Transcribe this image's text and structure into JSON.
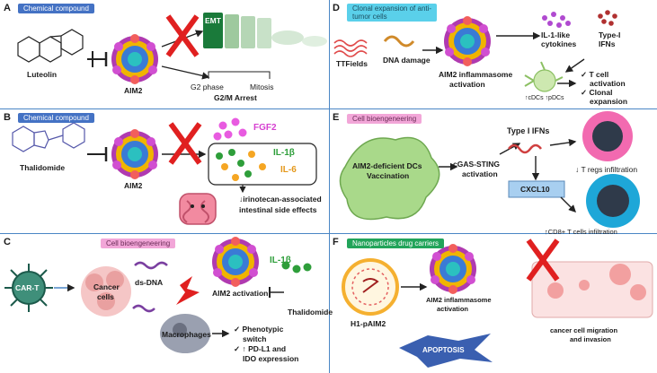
{
  "panels": {
    "A": {
      "letter": "A",
      "tag": "Chemical compound",
      "drug": "Luteolin",
      "target": "AIM2",
      "emt": "EMT",
      "g2": "G2 phase",
      "mitosis": "Mitosis",
      "arrest": "G2/M Arrest"
    },
    "B": {
      "letter": "B",
      "tag": "Chemical compound",
      "drug": "Thalidomide",
      "target": "AIM2",
      "fgf2": "FGF2",
      "il1b": "IL-1β",
      "il6": "IL-6",
      "effect_1": "↓irinotecan-associated",
      "effect_2": "intestinal  side effects"
    },
    "C": {
      "letter": "C",
      "tag": "Cell bioengeneering",
      "cart": "CAR-T",
      "cancer_1": "Cancer",
      "cancer_2": "cells",
      "dsdna": "ds-DNA",
      "activation": "AIM2 activation",
      "il1b": "IL-1β",
      "thalidomide": "Thalidomide",
      "macrophages": "Macrophages",
      "out_1": "✓ Phenotypic",
      "out_2": "switch",
      "out_3": "✓ ↑ PD-L1 and",
      "out_4": "IDO expression"
    },
    "D": {
      "letter": "D",
      "tag_1": "Clonal expansion of anti-",
      "tag_2": "tumor cells",
      "ttfields": "TTFields",
      "damage": "DNA damage",
      "inflam_1": "AIM2 inflammasome",
      "inflam_2": "activation",
      "il1_1": "IL-1-like",
      "il1_2": "cytokines",
      "ifn_1": "Type-I",
      "ifn_2": "IFNs",
      "cdc": "↑cDCs  ↑pDCs",
      "res_1": "✓ T cell",
      "res_2": "activation",
      "res_3": "✓ Clonal",
      "res_4": "expansion"
    },
    "E": {
      "letter": "E",
      "tag": "Cell bioengeneering",
      "dc_1": "AIM2-deficient DCs",
      "dc_2": "Vaccination",
      "cgas_1": "cGAS-STING",
      "cgas_2": "activation",
      "ifn": "Type I IFNs",
      "cxcl10": "CXCL10",
      "treg": "↓ T regs infiltration",
      "cd8": "↑CD8+ T cells infiltration"
    },
    "F": {
      "letter": "F",
      "tag": "Nanoparticles drug carriers",
      "nano": "H1-pAIM2",
      "inflam_1": "AIM2 inflammasome",
      "inflam_2": "activation",
      "apoptosis": "APOPTOSIS",
      "migr_1": "cancer cell migration",
      "migr_2": "and invasion"
    }
  },
  "colors": {
    "divider": "#4a86c5",
    "blue_tag": "#4472c4",
    "pink_tag": "#f2a6d8",
    "cyan_tag": "#5ad0ea",
    "green_tag": "#22a45a",
    "red_cross": "#e02020",
    "dc_green": "#9ccf7a"
  }
}
